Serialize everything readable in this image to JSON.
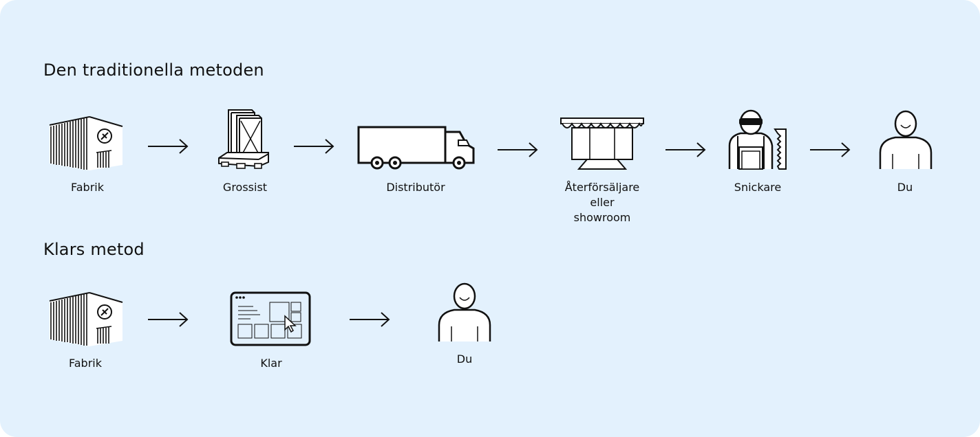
{
  "sections": [
    {
      "title": "Den traditionella metoden",
      "steps": [
        {
          "label": "Fabrik",
          "icon": "factory-icon"
        },
        {
          "label": "Grossist",
          "icon": "pallet-icon"
        },
        {
          "label": "Distributör",
          "icon": "truck-icon"
        },
        {
          "label": "Återförsäljare eller showroom",
          "icon": "storefront-icon"
        },
        {
          "label": "Snickare",
          "icon": "carpenter-icon"
        },
        {
          "label": "Du",
          "icon": "person-icon"
        }
      ]
    },
    {
      "title": "Klars metod",
      "steps": [
        {
          "label": "Fabrik",
          "icon": "factory-icon"
        },
        {
          "label": "Klar",
          "icon": "tablet-icon"
        },
        {
          "label": "Du",
          "icon": "person-icon"
        }
      ]
    }
  ],
  "colors": {
    "background": "#e3f1fd",
    "ink": "#111111",
    "white": "#ffffff"
  }
}
